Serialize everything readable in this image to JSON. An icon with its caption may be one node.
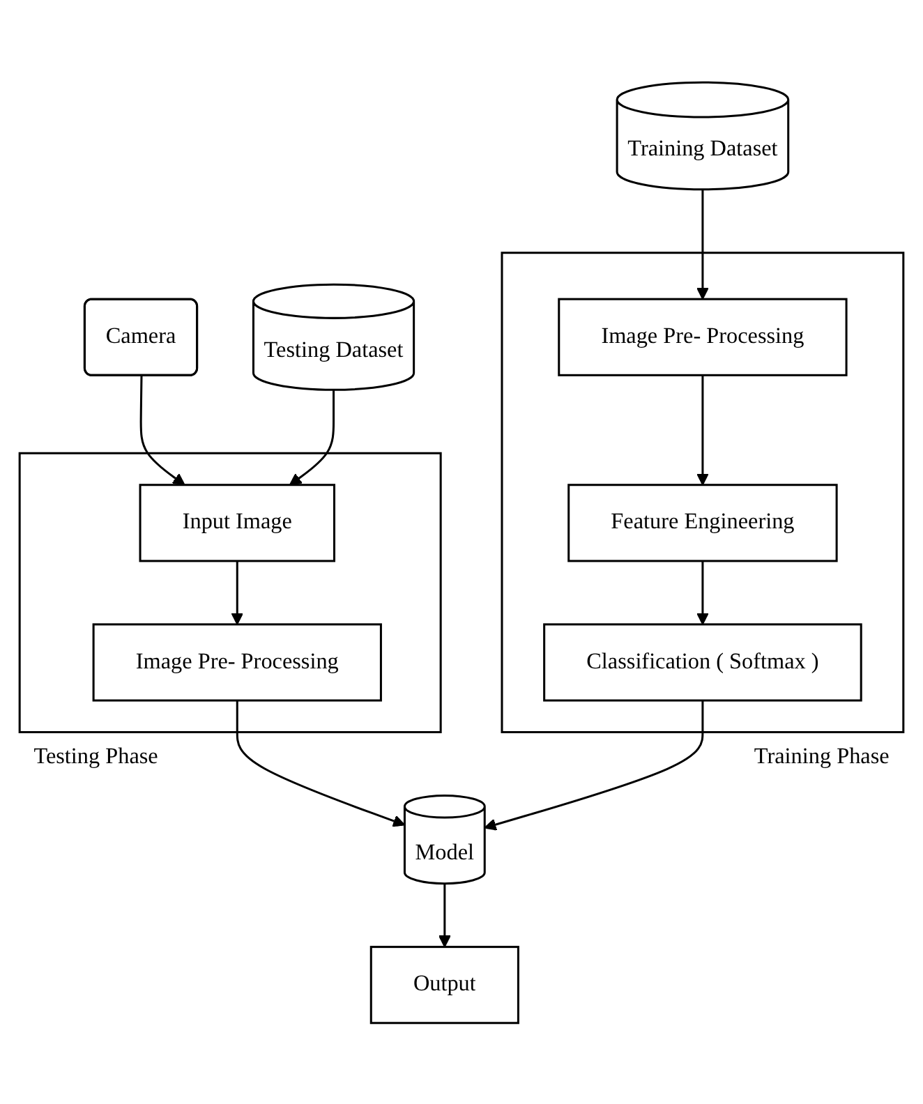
{
  "diagram": {
    "nodes": [
      {
        "text": [
          "Camera"
        ]
      },
      {
        "text": [
          "Testing Dataset"
        ]
      },
      {
        "text": [
          "Training Dataset"
        ]
      },
      {
        "text": [
          "Testing Phase"
        ]
      },
      {
        "text": [
          "Input Image"
        ],
        "in": 3
      },
      {
        "text": [
          "Image Pre- Processing"
        ],
        "in": 3
      },
      {
        "text": [
          "Training Phase"
        ]
      },
      {
        "text": [
          "Image Pre- Processing"
        ],
        "in": 6
      },
      {
        "text": [
          "Feature Engineering"
        ],
        "in": 6
      },
      {
        "text": [
          "Classification ( Softmax )"
        ],
        "in": 6
      },
      {
        "text": [
          "Model"
        ]
      },
      {
        "text": [
          "Output"
        ]
      }
    ],
    "edges": [
      {
        "from": 0,
        "to": 4,
        "arrow": "to"
      },
      {
        "from": 1,
        "to": 4,
        "arrow": "to"
      },
      {
        "from": 4,
        "to": 5,
        "arrow": "to"
      },
      {
        "from": 2,
        "to": 7,
        "arrow": "to"
      },
      {
        "from": 7,
        "to": 8,
        "arrow": "to"
      },
      {
        "from": 8,
        "to": 9,
        "arrow": "to"
      },
      {
        "from": 5,
        "to": 10,
        "arrow": "to"
      },
      {
        "from": 9,
        "to": 10,
        "arrow": "to"
      },
      {
        "from": 10,
        "to": 11,
        "arrow": "to"
      }
    ]
  }
}
